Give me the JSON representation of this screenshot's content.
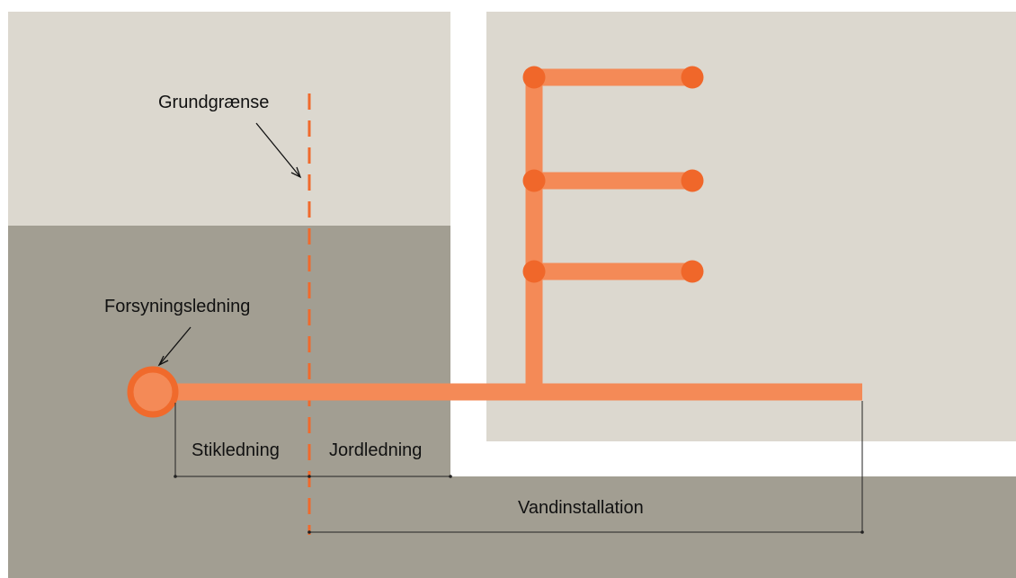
{
  "labels": {
    "property_line": "Grundgrænse",
    "main_pipe": "Forsyningsledning",
    "service_pipe": "Stikledning",
    "ground_pipe": "Jordledning",
    "water_installation": "Vandinstallation"
  },
  "colors": {
    "background": "#ffffff",
    "upper_ground": "#dcd8cf",
    "lower_ground": "#a29e92",
    "building": "#dcd8cf",
    "pipe": "#f48a57",
    "pipe_node": "#f0672a",
    "property_line": "#f06a2c",
    "main_pipe_fill": "#f48a57",
    "main_pipe_stroke": "#f06a2c",
    "dimension_line": "#222222"
  }
}
